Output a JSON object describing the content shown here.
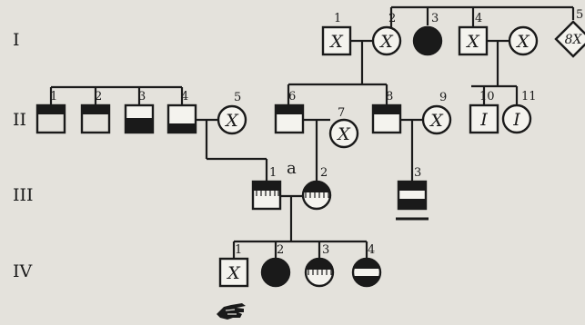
{
  "generations": [
    "I",
    "II",
    "III",
    "IV"
  ],
  "couple_marker": "a",
  "individuals": {
    "I": [
      {
        "number": "1",
        "sex": "male",
        "phenotype": "crossed",
        "mark": "X"
      },
      {
        "number": "2",
        "sex": "female",
        "phenotype": "crossed",
        "mark": "X"
      },
      {
        "number": "3",
        "sex": "female",
        "phenotype": "affected"
      },
      {
        "number": "4",
        "sex": "male",
        "phenotype": "crossed",
        "mark": "X"
      },
      {
        "number": "",
        "sex": "female",
        "phenotype": "crossed",
        "mark": "X"
      },
      {
        "number": "5",
        "sex": "unknown",
        "phenotype": "crossed",
        "mark": "8X"
      }
    ],
    "II": [
      {
        "number": "1",
        "sex": "male",
        "phenotype": "top-band"
      },
      {
        "number": "2",
        "sex": "male",
        "phenotype": "top-band"
      },
      {
        "number": "3",
        "sex": "male",
        "phenotype": "bottom-half"
      },
      {
        "number": "4",
        "sex": "male",
        "phenotype": "bottom-band"
      },
      {
        "number": "5",
        "sex": "female",
        "phenotype": "crossed",
        "mark": "X"
      },
      {
        "number": "6",
        "sex": "male",
        "phenotype": "top-band"
      },
      {
        "number": "7",
        "sex": "female",
        "phenotype": "crossed",
        "mark": "X"
      },
      {
        "number": "8",
        "sex": "male",
        "phenotype": "top-band"
      },
      {
        "number": "9",
        "sex": "female",
        "phenotype": "crossed",
        "mark": "X"
      },
      {
        "number": "10",
        "sex": "male",
        "phenotype": "marked",
        "mark": "I"
      },
      {
        "number": "11",
        "sex": "female",
        "phenotype": "marked",
        "mark": "I"
      }
    ],
    "III": [
      {
        "number": "1",
        "sex": "male",
        "phenotype": "top-band-hatched"
      },
      {
        "number": "2",
        "sex": "female",
        "phenotype": "top-band-hatched"
      },
      {
        "number": "3",
        "sex": "male",
        "phenotype": "top-and-bottom-band",
        "underlined": true
      }
    ],
    "IV": [
      {
        "number": "1",
        "sex": "male",
        "phenotype": "crossed",
        "mark": "X",
        "proband": true
      },
      {
        "number": "2",
        "sex": "female",
        "phenotype": "affected"
      },
      {
        "number": "3",
        "sex": "female",
        "phenotype": "top-band-hatched"
      },
      {
        "number": "4",
        "sex": "female",
        "phenotype": "top-and-bottom-band"
      }
    ]
  },
  "icons": {
    "proband": "pointing-hand-icon"
  }
}
